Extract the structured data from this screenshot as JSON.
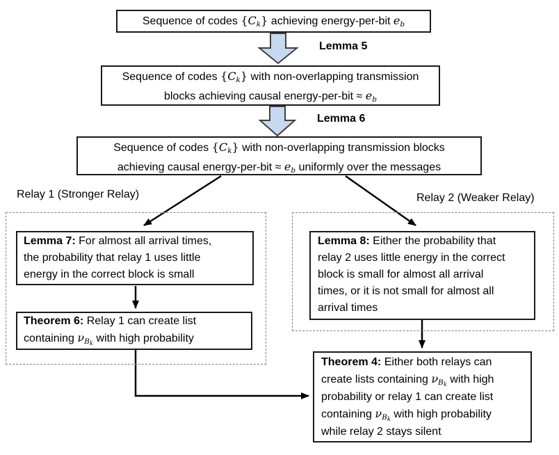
{
  "figure": {
    "kind": "proof-outline-flowchart",
    "topic": "Sequence of codes achieving energy-per-bit: lemmas and theorems for two relays"
  },
  "colors": {
    "canvas_bg": "#ffffff",
    "text": "#000000",
    "box_border": "#1a1a1a",
    "dashed_border": "#7f7f7f",
    "connector": "#000000",
    "block_arrow_fill": "#c6d9ee",
    "block_arrow_stroke": "#3f3f3f"
  },
  "labels": {
    "lemma5": "Lemma 5",
    "lemma6": "Lemma 6",
    "relay1_group": "Relay 1 (Stronger Relay)",
    "relay2_group": "Relay 2 (Weaker Relay)"
  },
  "nodes": {
    "seq_codes": {
      "runs": [
        {
          "t": "Sequence of codes ",
          "s": "p"
        },
        {
          "t": "{",
          "s": "mu"
        },
        {
          "t": "C",
          "s": "m"
        },
        {
          "t": "k",
          "s": "ms"
        },
        {
          "t": "}",
          "s": "mu"
        },
        {
          "t": " achieving energy-per-bit ",
          "s": "p"
        },
        {
          "t": "e",
          "s": "m"
        },
        {
          "t": "b",
          "s": "ms"
        }
      ]
    },
    "seq_nonoverlap": {
      "runs": [
        {
          "t": "Sequence of codes ",
          "s": "p"
        },
        {
          "t": "{",
          "s": "mu"
        },
        {
          "t": "C",
          "s": "m"
        },
        {
          "t": "k",
          "s": "ms"
        },
        {
          "t": "}",
          "s": "mu"
        },
        {
          "t": " with non-overlapping transmission",
          "s": "p"
        },
        {
          "s": "br"
        },
        {
          "t": "blocks achieving causal energy-per-bit ≈ ",
          "s": "p"
        },
        {
          "t": "e",
          "s": "m"
        },
        {
          "t": "b",
          "s": "ms"
        }
      ]
    },
    "seq_uniform": {
      "runs": [
        {
          "t": "Sequence of codes ",
          "s": "p"
        },
        {
          "t": "{",
          "s": "mu"
        },
        {
          "t": "C",
          "s": "m"
        },
        {
          "t": "k",
          "s": "ms"
        },
        {
          "t": "}",
          "s": "mu"
        },
        {
          "t": " with non-overlapping transmission blocks",
          "s": "p"
        },
        {
          "s": "br"
        },
        {
          "t": "achieving causal energy-per-bit ≈ ",
          "s": "p"
        },
        {
          "t": "e",
          "s": "m"
        },
        {
          "t": "b",
          "s": "ms"
        },
        {
          "t": " uniformly over the messages",
          "s": "p"
        }
      ]
    },
    "lemma7": {
      "runs": [
        {
          "t": "Lemma 7:",
          "s": "b"
        },
        {
          "t": " For almost all arrival times,",
          "s": "p"
        },
        {
          "s": "br"
        },
        {
          "t": "the probability that relay 1 uses little",
          "s": "p"
        },
        {
          "s": "br"
        },
        {
          "t": "energy in the correct block is small",
          "s": "p"
        }
      ]
    },
    "theorem6": {
      "runs": [
        {
          "t": "Theorem 6:",
          "s": "b"
        },
        {
          "t": " Relay 1 can create list",
          "s": "p"
        },
        {
          "s": "br"
        },
        {
          "t": "containing ",
          "s": "p"
        },
        {
          "t": "ν",
          "s": "m"
        },
        {
          "t": "B",
          "s": "ms"
        },
        {
          "t": "k",
          "s": "mss"
        },
        {
          "t": "  with high probability",
          "s": "p"
        }
      ]
    },
    "lemma8": {
      "runs": [
        {
          "t": "Lemma 8:",
          "s": "b"
        },
        {
          "t": " Either the probability that",
          "s": "p"
        },
        {
          "s": "br"
        },
        {
          "t": "relay 2 uses little energy in the correct",
          "s": "p"
        },
        {
          "s": "br"
        },
        {
          "t": "block is small for almost all arrival",
          "s": "p"
        },
        {
          "s": "br"
        },
        {
          "t": "times, or it is not small for almost all",
          "s": "p"
        },
        {
          "s": "br"
        },
        {
          "t": "arrival times",
          "s": "p"
        }
      ]
    },
    "theorem4": {
      "runs": [
        {
          "t": "Theorem 4:",
          "s": "b"
        },
        {
          "t": " Either both relays can",
          "s": "p"
        },
        {
          "s": "br"
        },
        {
          "t": "create lists containing ",
          "s": "p"
        },
        {
          "t": "ν",
          "s": "m"
        },
        {
          "t": "B",
          "s": "ms"
        },
        {
          "t": "k",
          "s": "mss"
        },
        {
          "t": " with high",
          "s": "p"
        },
        {
          "s": "br"
        },
        {
          "t": "probability or relay 1 can create list",
          "s": "p"
        },
        {
          "s": "br"
        },
        {
          "t": "containing ",
          "s": "p"
        },
        {
          "t": "ν",
          "s": "m"
        },
        {
          "t": "B",
          "s": "ms"
        },
        {
          "t": "k",
          "s": "mss"
        },
        {
          "t": " with high probability",
          "s": "p"
        },
        {
          "s": "br"
        },
        {
          "t": "while relay 2 stays silent",
          "s": "p"
        }
      ]
    }
  }
}
